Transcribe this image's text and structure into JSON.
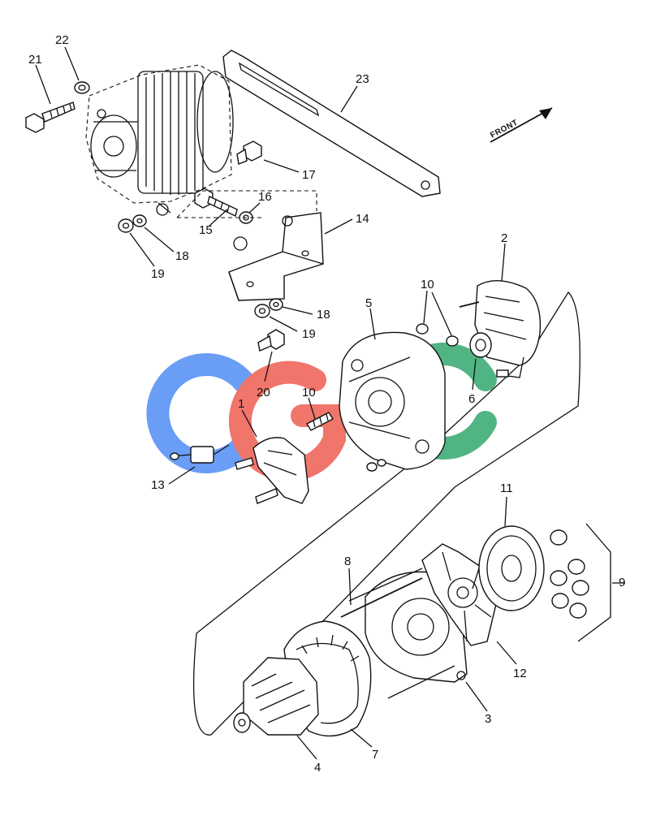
{
  "diagram": {
    "direction_label": "FRONT",
    "callouts": {
      "c1": "1",
      "c2": "2",
      "c3": "3",
      "c4": "4",
      "c5": "5",
      "c6": "6",
      "c7": "7",
      "c8": "8",
      "c9": "9",
      "c10a": "10",
      "c10b": "10",
      "c11": "11",
      "c12": "12",
      "c13": "13",
      "c14": "14",
      "c15": "15",
      "c16": "16",
      "c17": "17",
      "c18a": "18",
      "c18b": "18",
      "c19a": "19",
      "c19b": "19",
      "c20": "20",
      "c21": "21",
      "c22": "22",
      "c23": "23"
    },
    "watermark": {
      "letters": [
        "C",
        "G",
        "C"
      ],
      "colors": [
        "#4f8df5",
        "#ee5d52",
        "#33a86d",
        "#f6c343"
      ]
    }
  }
}
